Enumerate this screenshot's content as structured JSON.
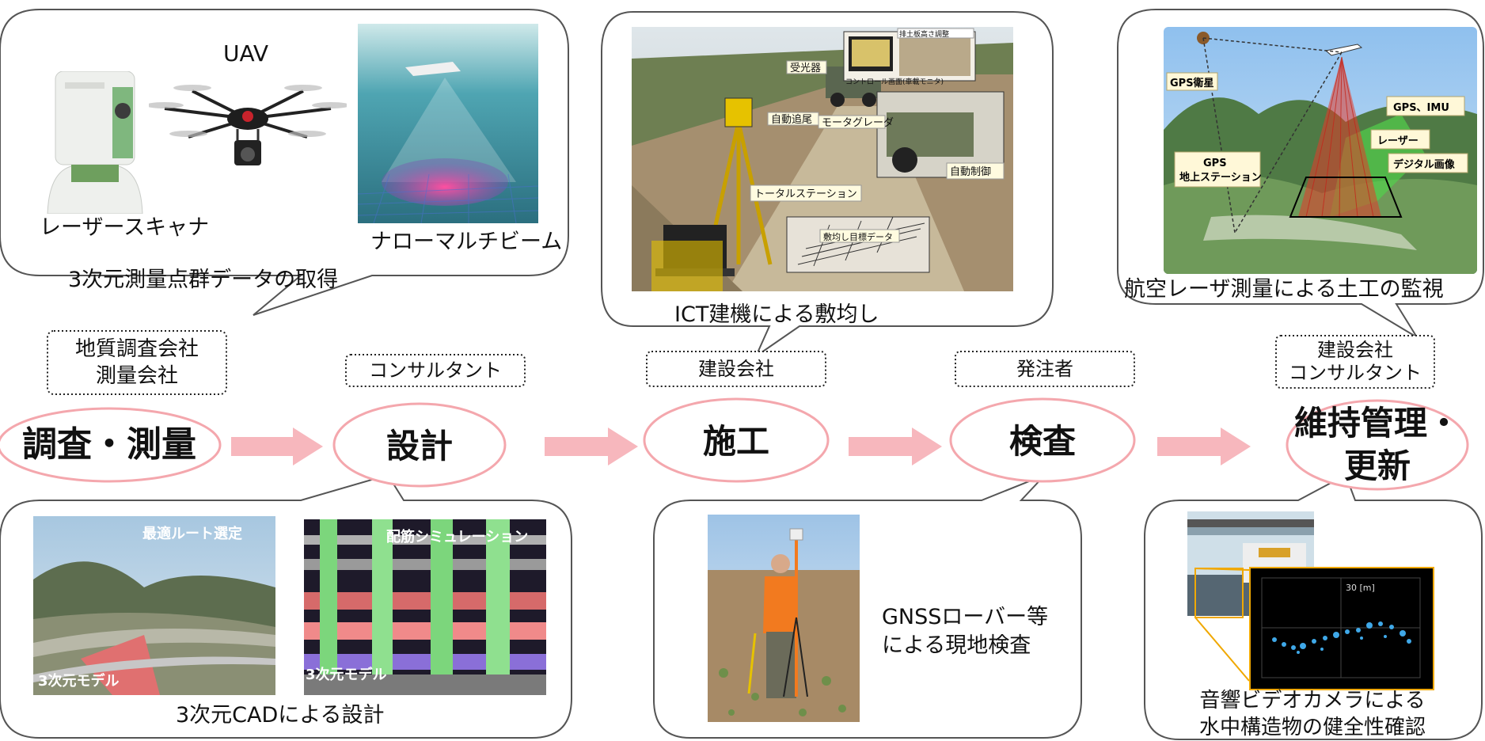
{
  "stages": {
    "survey": "調査・測量",
    "design": "設計",
    "construction": "施工",
    "inspection": "検査",
    "maintenance_line1": "維持管理・",
    "maintenance_line2": "更新"
  },
  "roles": {
    "survey_line1": "地質調査会社",
    "survey_line2": "測量会社",
    "design": "コンサルタント",
    "construction": "建設会社",
    "inspection": "発注者",
    "maintenance_line1": "建設会社",
    "maintenance_line2": "コンサルタント"
  },
  "bubbles": {
    "survey": {
      "uav_label": "UAV",
      "laser_scanner_label": "レーザースキャナ",
      "multibeam_label": "ナローマルチビーム",
      "caption": "3次元測量点群データの取得"
    },
    "construction": {
      "caption": "ICT建機による敷均し",
      "photo_labels": [
        "受光器",
        "自動追尾",
        "モータグレーダ",
        "トータルステーション",
        "自動制御",
        "コントロール画面(車載モニタ)",
        "排土板高さ調整",
        "敷均し目標データ"
      ]
    },
    "maintenance": {
      "caption": "航空レーザ測量による土工の監視",
      "diagram_labels": [
        "GPS衛星",
        "GPS、IMU",
        "レーザー",
        "デジタル画像",
        "GPS\n地上ステーション"
      ]
    },
    "design": {
      "caption": "3次元CADによる設計",
      "route_title": "最適ルート選定",
      "route_model_label": "3次元モデル",
      "rebar_title": "配筋シミュレーション",
      "rebar_model_label": "3次元モデル"
    },
    "inspection": {
      "caption_line1": "GNSSローバー等",
      "caption_line2": "による現地検査"
    },
    "underwater": {
      "caption_line1": "音響ビデオカメラによる",
      "caption_line2": "水中構造物の健全性確認",
      "scale_label": "30 [m]"
    }
  },
  "colors": {
    "ellipse_stroke": "#f4a7ad",
    "arrow_fill": "#f7b7bd",
    "bubble_stroke": "#555555"
  }
}
